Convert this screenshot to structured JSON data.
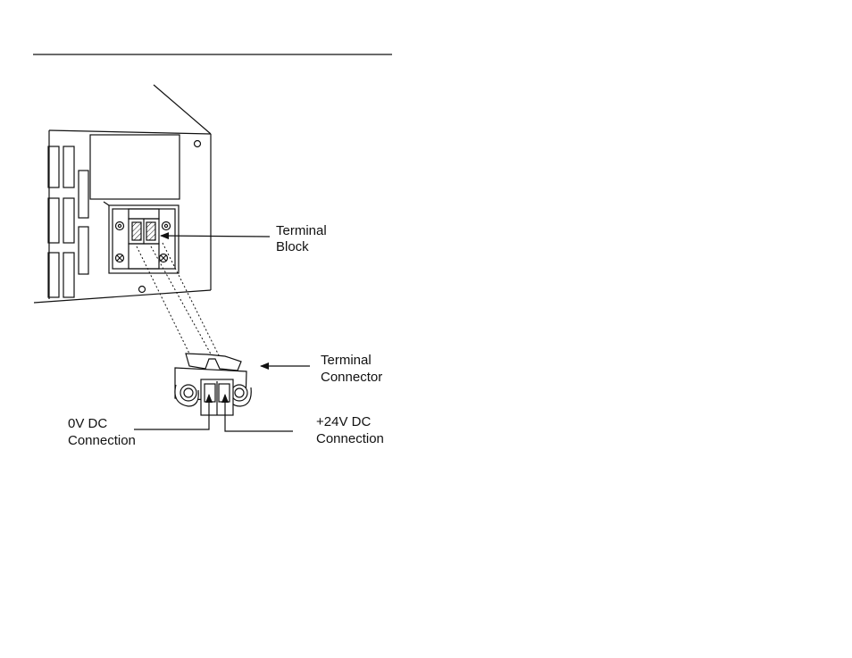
{
  "labels": {
    "terminal_block": [
      "Terminal",
      "Block"
    ],
    "terminal_connector": [
      "Terminal",
      "Connector"
    ],
    "zero_v": [
      "0V DC",
      "Connection"
    ],
    "plus_24v": [
      "+24V DC",
      "Connection"
    ]
  },
  "colors": {
    "line": "#111111",
    "background": "#ffffff"
  }
}
